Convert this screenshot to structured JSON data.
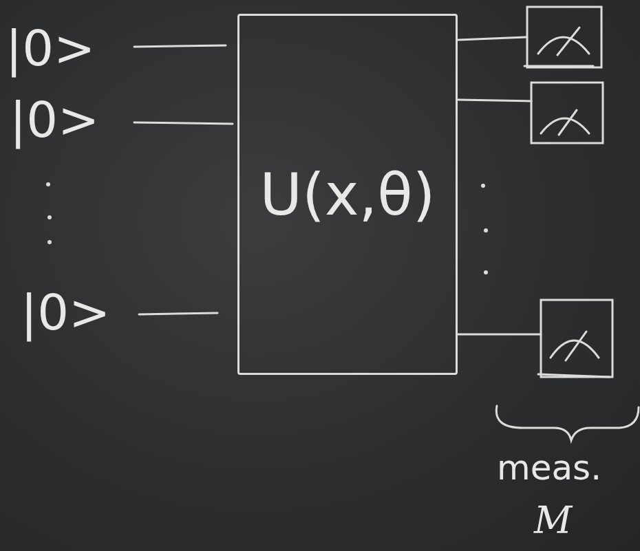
{
  "diagram": {
    "nodes": [
      {
        "text": [
          "U(x,θ)"
        ]
      }
    ],
    "labels": [
      "|0>",
      "|0>",
      "|0>",
      "meas.",
      "M"
    ]
  }
}
